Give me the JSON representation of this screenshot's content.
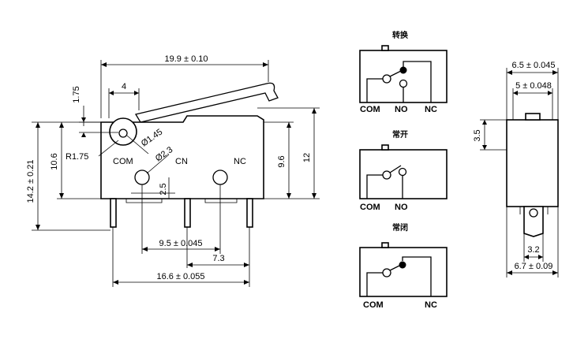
{
  "front_view": {
    "dimensions": {
      "overall_length": "19.9 ± 0.10",
      "lever_offset": "4",
      "lever_height": "1.75",
      "lever_radius": "R1.75",
      "roller_dia": "Ø1.45",
      "hole_dia": "Ø2.3",
      "height_total": "14.2 ± 0.21",
      "height_body": "10.6",
      "height_right": "9.6",
      "height_right_full": "12",
      "hole_offset": "2.5",
      "pin_pitch": "9.5 ± 0.045",
      "pin_pitch2": "7.3",
      "base_length": "16.6 ± 0.055"
    },
    "labels": {
      "com": "COM",
      "cn": "CN",
      "nc": "NC"
    }
  },
  "schematics": {
    "changeover": {
      "title": "转换",
      "com": "COM",
      "no": "NO",
      "nc": "NC"
    },
    "normally_open": {
      "title": "常开",
      "com": "COM",
      "no": "NO"
    },
    "normally_closed": {
      "title": "常闭",
      "com": "COM",
      "nc": "NC"
    }
  },
  "side_view": {
    "dimensions": {
      "top_width": "6.5 ± 0.045",
      "inner_width": "5 ± 0.048",
      "plunger_height": "3.5",
      "terminal_width": "3.2",
      "bottom_width": "6.7 ± 0.09"
    }
  }
}
